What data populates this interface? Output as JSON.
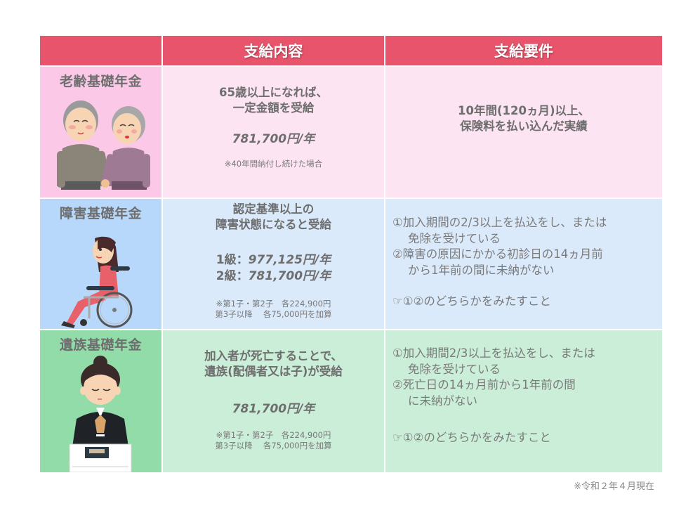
{
  "colors": {
    "header_bg": "#e8546b",
    "header_text": "#ffffff",
    "row1_label_bg": "#fbc9e7",
    "row1_bg": "#fde4f2",
    "row2_label_bg": "#b7d8fb",
    "row2_bg": "#dbeafb",
    "row3_label_bg": "#92dcaa",
    "row3_bg": "#cbeed8",
    "text": "#6e6e6e"
  },
  "header": {
    "col1": "",
    "col2": "支給内容",
    "col3": "支給要件"
  },
  "rows": [
    {
      "label": "老齢基礎年金",
      "illustration": "elderly-couple-holding-hands",
      "content": {
        "line1": "65歳以上になれば、",
        "line2": "一定金額を受給",
        "amount": "781,700円/年",
        "note1": "※40年間納付し続けた場合"
      },
      "requirement": {
        "line1": "10年間(120ヵ月)以上、",
        "line2": "保険料を払い込んだ実績"
      }
    },
    {
      "label": "障害基礎年金",
      "illustration": "woman-in-wheelchair",
      "content": {
        "line1": "認定基準以上の",
        "line2": "障害状態になると受給",
        "grade1_label": "1級：",
        "grade1_amount": "977,125円/年",
        "grade2_label": "2級：",
        "grade2_amount": "781,700円/年",
        "note1": "※第1子・第2子　各224,900円",
        "note2": "第3子以降　 各75,000円を加算"
      },
      "requirement": {
        "item1_a": "①加入期間の2/3以上を払込をし、または",
        "item1_b": "免除を受けている",
        "item2_a": "②障害の原因にかかる初診日の14ヵ月前",
        "item2_b": "から1年前の間に未納がない",
        "pointer": "☞①②のどちらかをみたすこと"
      }
    },
    {
      "label": "遺族基礎年金",
      "illustration": "woman-bowing-in-mourning-with-photo",
      "content": {
        "line1": "加入者が死亡することで、",
        "line2": "遺族(配偶者又は子)が受給",
        "amount": "781,700円/年",
        "note1": "※第1子・第2子　各224,900円",
        "note2": "第3子以降　 各75,000円を加算"
      },
      "requirement": {
        "item1_a": "①加入期間2/3以上を払込をし、または",
        "item1_b": "免除を受けている",
        "item2_a": "②死亡日の14ヵ月前から1年前の間",
        "item2_b": "に未納がない",
        "pointer": "☞①②のどちらかをみたすこと"
      }
    }
  ],
  "footnote": "※令和２年４月現在"
}
